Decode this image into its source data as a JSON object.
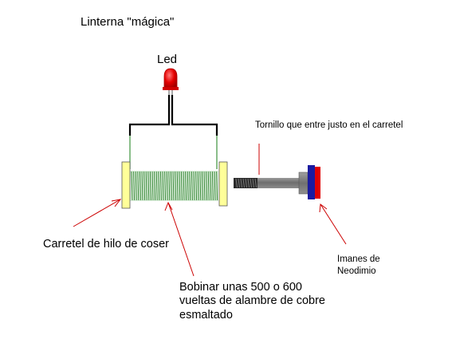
{
  "title": "Linterna \"mágica\"",
  "led_label": "Led",
  "tornillo_label": "Tornillo que entre justo en el carretel",
  "carretel_label": "Carretel de hilo de coser",
  "bobinar_label": "Bobinar unas 500 o 600 vueltas de alambre de cobre esmaltado",
  "imanes_label": "Imanes de Neodimio",
  "colors": {
    "led": "#e60000",
    "spool_flange": "#ffff99",
    "coil_wire": "#4a9a4a",
    "screw": "#7f7f7f",
    "magnet_blue": "#1a1aa0",
    "magnet_red": "#e00000",
    "pointer": "#cc0000"
  }
}
